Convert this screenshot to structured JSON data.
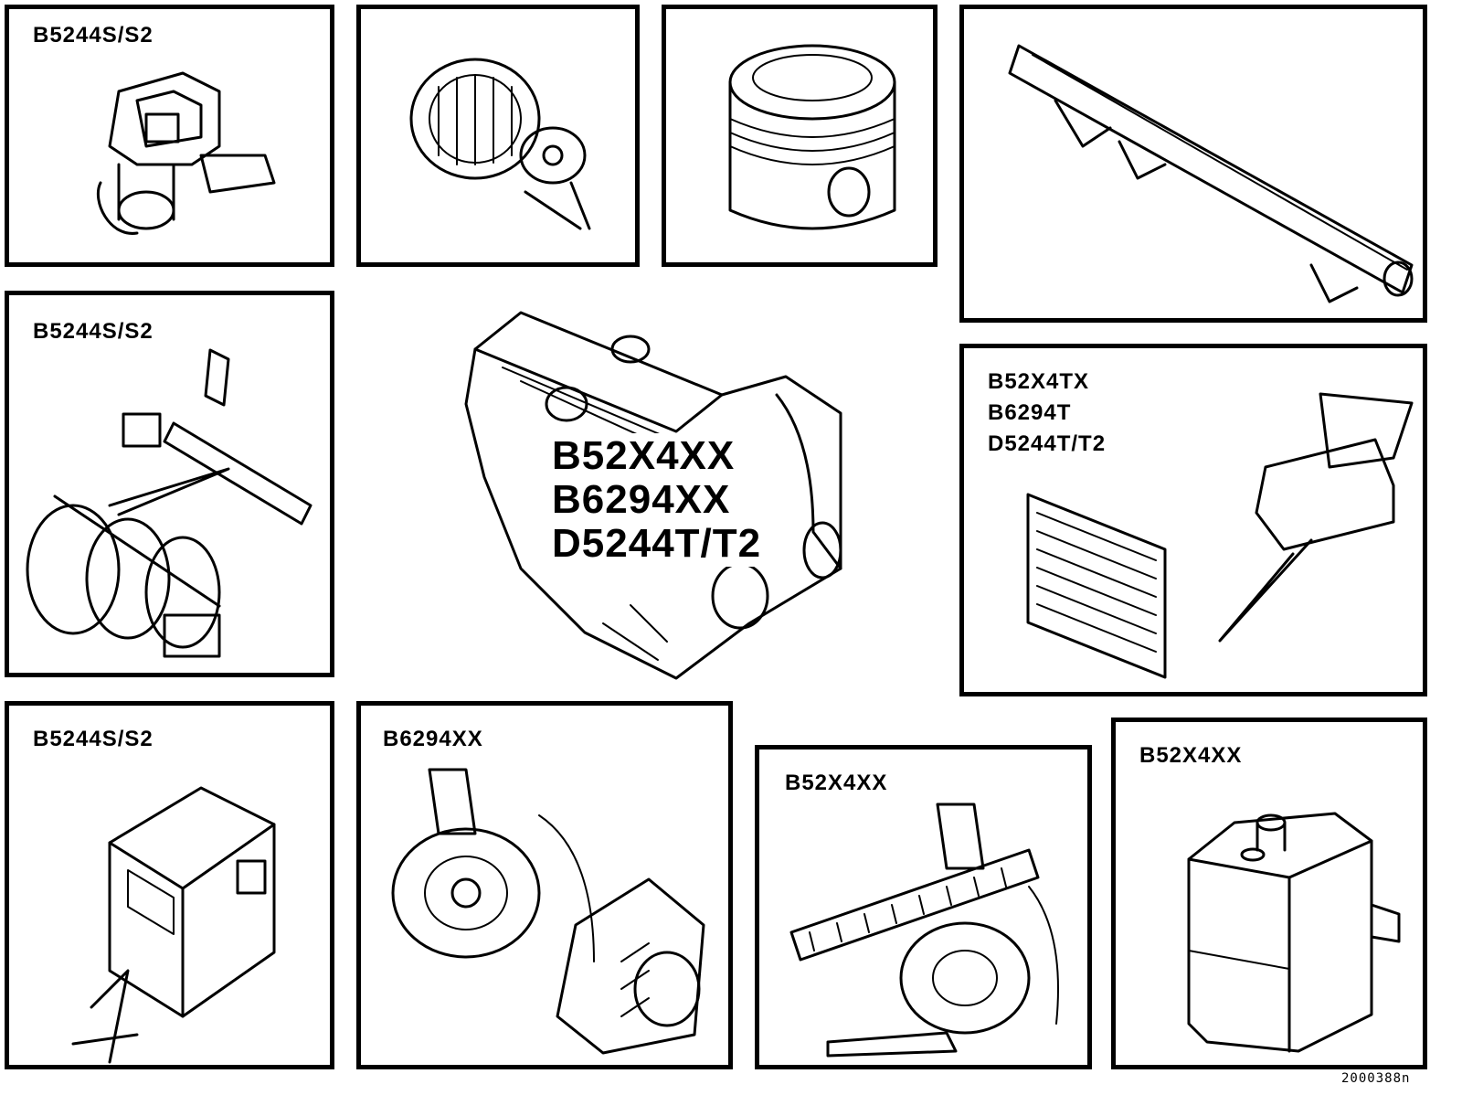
{
  "panels": {
    "p1_label": "B5244S/S2",
    "p5_label": "B5244S/S2",
    "p6_label_1": "B52X4TX",
    "p6_label_2": "B6294T",
    "p6_label_3": "D5244T/T2",
    "p7_label": "B5244S/S2",
    "p8_label": "B6294XX",
    "p9_label": "B52X4XX",
    "p10_label": "B52X4XX"
  },
  "center": {
    "line1": "B52X4XX",
    "line2": "B6294XX",
    "line3": "D5244T/T2"
  },
  "footer": {
    "figure_code": "2000388n"
  }
}
